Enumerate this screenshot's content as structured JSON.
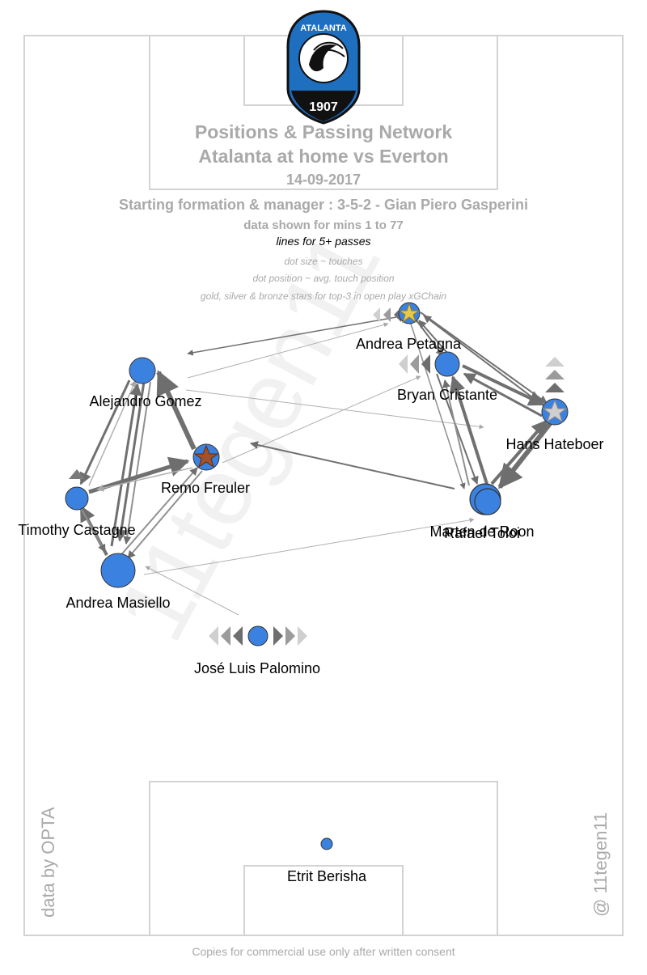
{
  "header": {
    "title_line1": "Positions & Passing Network",
    "title_line2": "Atalanta at home vs Everton",
    "date": "14-09-2017",
    "formation": "Starting formation & manager : 3-5-2 - Gian Piero Gasperini",
    "minutes": "data shown for mins 1 to 77",
    "lines_note": "lines for 5+ passes",
    "dot_size_note": "dot size ~ touches",
    "dot_position_note": "dot position ~ avg. touch position",
    "stars_note": "gold, silver & bronze stars for top-3 in open play xGChain"
  },
  "badge": {
    "name": "ATALANTA",
    "year": "1907",
    "colors": {
      "blue": "#1f6fc0",
      "black": "#111111"
    }
  },
  "watermark": "11tegen11",
  "side_left": "data by OPTA",
  "side_right": "@ 11tegen11",
  "footer": "Copies for commercial use only after written consent",
  "colors": {
    "dot": "#3b82e0",
    "pass_line": "#6e6e6e",
    "pitch_line": "#d3d3d3",
    "gold": "#e7c84a",
    "silver": "#bfbfbf",
    "bronze": "#a0522d"
  },
  "players": [
    {
      "id": "petagna",
      "name": "Andrea Petagna",
      "star": "gold"
    },
    {
      "id": "cristante",
      "name": "Bryan Cristante",
      "star": null
    },
    {
      "id": "hateboer",
      "name": "Hans Hateboer",
      "star": "silver"
    },
    {
      "id": "detoon",
      "name": "Rafael Toloi",
      "star": null
    },
    {
      "id": "deroon",
      "name": "Marten de Roon",
      "star": null
    },
    {
      "id": "gomez",
      "name": "Alejandro Gomez",
      "star": null
    },
    {
      "id": "freuler",
      "name": "Remo Freuler",
      "star": "bronze"
    },
    {
      "id": "castagne",
      "name": "Timothy Castagne",
      "star": null
    },
    {
      "id": "masiello",
      "name": "Andrea Masiello",
      "star": null
    },
    {
      "id": "palomino",
      "name": "José Luis Palomino",
      "star": null
    },
    {
      "id": "berisha",
      "name": "Etrit Berisha",
      "star": null
    }
  ]
}
